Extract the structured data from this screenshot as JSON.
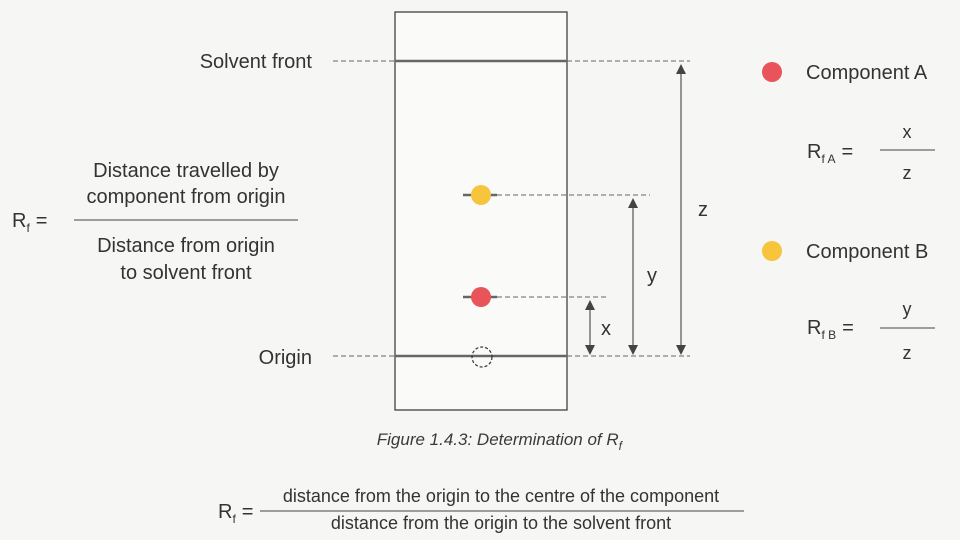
{
  "labels": {
    "solvent_front": "Solvent front",
    "origin": "Origin",
    "x": "x",
    "y": "y",
    "z": "z"
  },
  "rf_formula": {
    "symbol": "R",
    "symbol_sub": "f",
    "equals": "=",
    "numerator_line1": "Distance travelled by",
    "numerator_line2": "component from origin",
    "denominator_line1": "Distance from origin",
    "denominator_line2": "to solvent front"
  },
  "components": [
    {
      "name": "Component A",
      "color": "#e8545a",
      "rf_symbol": "R",
      "rf_sub": "f A",
      "equals": "=",
      "numerator": "x",
      "denominator": "z"
    },
    {
      "name": "Component B",
      "color": "#f6c53c",
      "rf_symbol": "R",
      "rf_sub": "f B",
      "equals": "=",
      "numerator": "y",
      "denominator": "z"
    }
  ],
  "caption": {
    "text": "Figure 1.4.3: Determination of R",
    "sub": "f"
  },
  "bottom_formula": {
    "symbol": "R",
    "sub": "f",
    "equals": "=",
    "numerator": "distance from the origin to the centre of the component",
    "denominator": "distance from the origin to the solvent front"
  }
}
